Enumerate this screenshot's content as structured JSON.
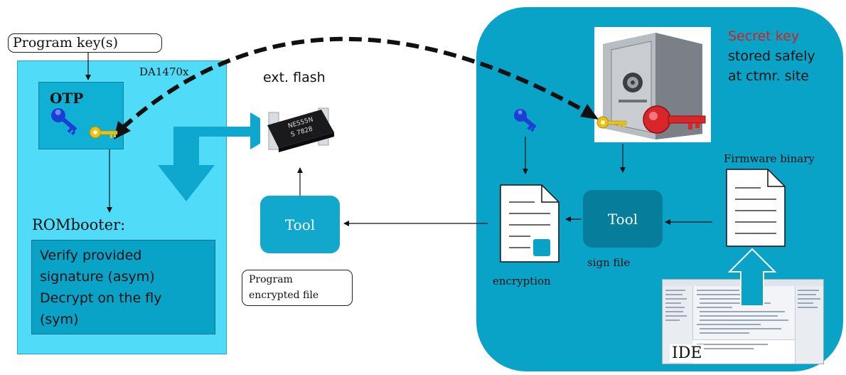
{
  "labels": {
    "program_keys": "Program key(s)",
    "da1470x": "DA1470x",
    "otp": "OTP",
    "rombooter": "ROMbooter:",
    "verify_lines": [
      "Verify provided",
      "signature (asym)",
      "Decrypt on the fly",
      "(sym)"
    ],
    "ext_flash": "ext. flash",
    "tool_left": "Tool",
    "program_encrypted_lines": [
      "Program",
      "encrypted file"
    ],
    "encryption": "encryption",
    "tool_right": "Tool",
    "sign_file": "sign file",
    "secret_key": "Secret key",
    "stored_lines": [
      "stored safely",
      "at ctmr. site"
    ],
    "firmware_binary": "Firmware binary",
    "ide": "IDE",
    "chip_marking_1": "NE555N",
    "chip_marking_2": "S 7828"
  },
  "colors": {
    "right_panel": "#0aa3c8",
    "left_panel": "#50dcf8",
    "secret_key_red": "#d42020",
    "blue_key": "#1b3fd6",
    "gold_key": "#e8c21a",
    "red_key": "#d8262a"
  },
  "icons": [
    "blue-key-icon",
    "gold-key-icon",
    "red-key-icon",
    "safe-icon",
    "chip-icon",
    "document-icon",
    "ide-screenshot"
  ]
}
